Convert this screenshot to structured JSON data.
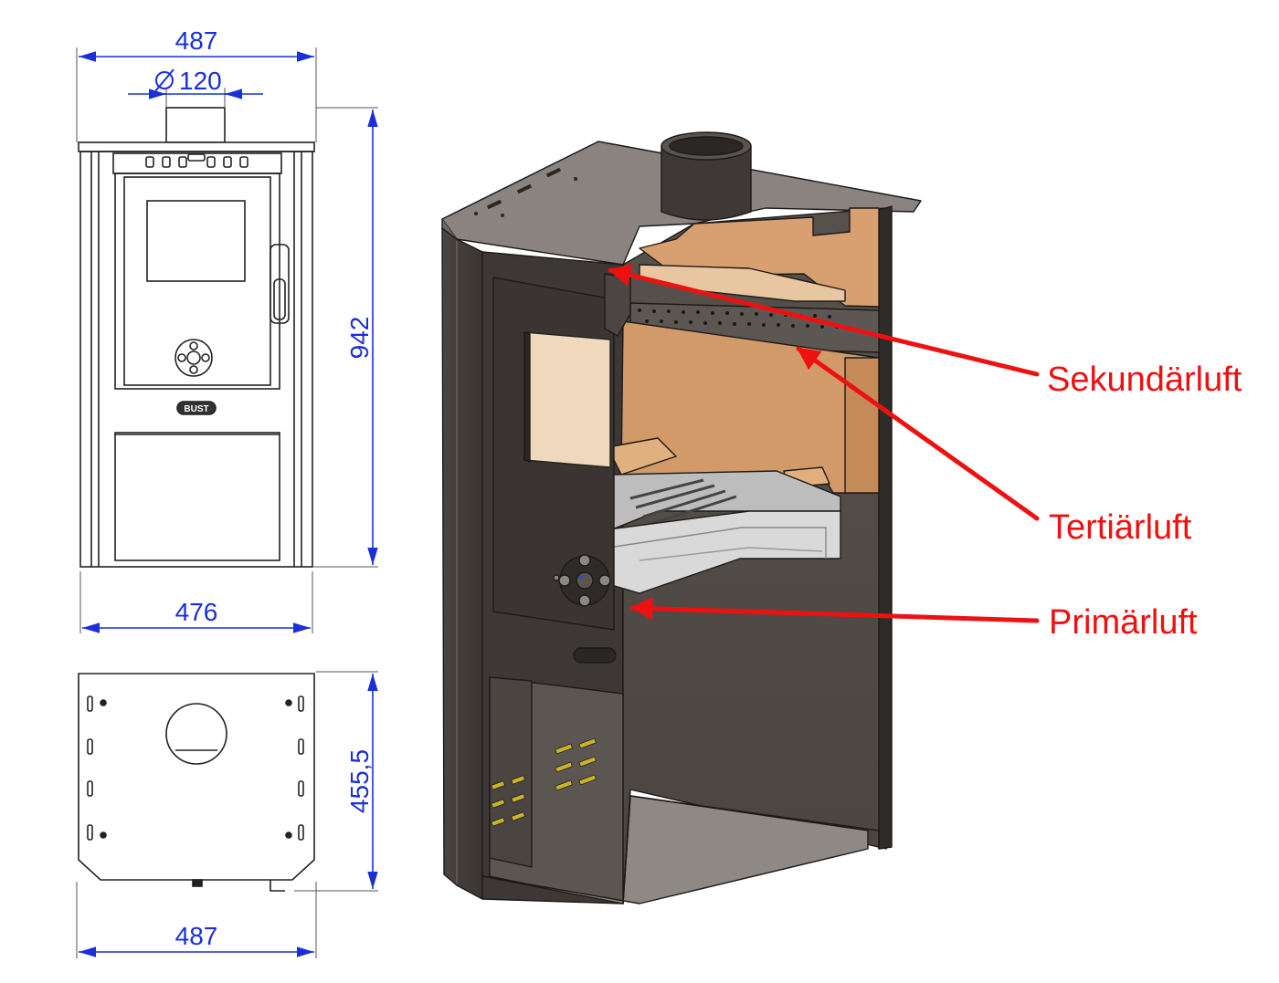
{
  "dimensions": {
    "top_width": "487",
    "flue_diameter_value": "120",
    "height": "942",
    "base_width": "476",
    "depth": "455,5",
    "bottom_width": "487"
  },
  "callouts": {
    "secondary_air": "Sekundärluft",
    "tertiary_air": "Tertiärluft",
    "primary_air": "Primärluft"
  },
  "badge": {
    "brand": "BUST"
  },
  "colors": {
    "dimension": "#1a2fd8",
    "callout": "#ee1111",
    "steel": "#3f3a37",
    "steel_top": "#8a8380",
    "firebrick": "#d8a070",
    "ash_pan": "#d9d9d9"
  },
  "icons": {
    "diameter_symbol": "diameter-symbol-icon",
    "air_control_knob": "air-control-knob-icon"
  }
}
